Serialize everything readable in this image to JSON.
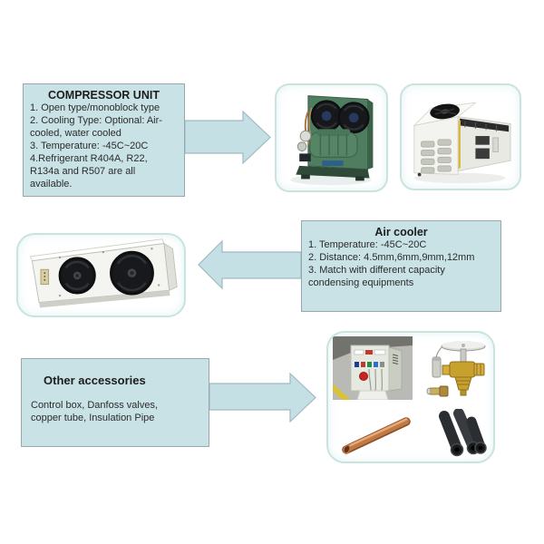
{
  "page": {
    "background": "#ffffff"
  },
  "colors": {
    "box_fill": "#c9e2e6",
    "box_border": "#96a8ad",
    "arrow_fill": "#c5e0e4",
    "arrow_border": "#9fbac1",
    "frame_border": "#c8e4dd",
    "text": "#2b2b2b"
  },
  "sections": {
    "compressor": {
      "title": "COMPRESSOR UNIT",
      "details": "1. Open type/monoblock type\n2. Cooling Type: Optional: Air-\ncooled, water cooled\n3. Temperature: -45C~20C\n4.Refrigerant R404A, R22,\nR134a and R507 are all\navailable.",
      "images": [
        {
          "name": "compressor-unit-photo",
          "alt": "Open type compressor unit with two fans"
        },
        {
          "name": "monoblock-unit-photo",
          "alt": "White monoblock refrigeration unit"
        }
      ]
    },
    "air_cooler": {
      "title": "Air cooler",
      "details": "1. Temperature: -45C~20C\n2. Distance: 4.5mm,6mm,9mm,12mm\n3. Match with different capacity\ncondensing equipments",
      "images": [
        {
          "name": "air-cooler-photo",
          "alt": "Air cooler evaporator with two fans"
        }
      ]
    },
    "accessories": {
      "title": "Other accessories",
      "details": "Control box, Danfoss valves,\ncopper tube, Insulation Pipe",
      "images": [
        {
          "name": "control-box-photo",
          "alt": "Electrical control box"
        },
        {
          "name": "danfoss-valve-photo",
          "alt": "Danfoss expansion valve"
        },
        {
          "name": "copper-tube-photo",
          "alt": "Copper tube"
        },
        {
          "name": "insulation-pipe-photo",
          "alt": "Insulation pipe"
        }
      ]
    }
  },
  "icons": {
    "arrow_right": "right-arrow",
    "arrow_left": "left-arrow"
  }
}
